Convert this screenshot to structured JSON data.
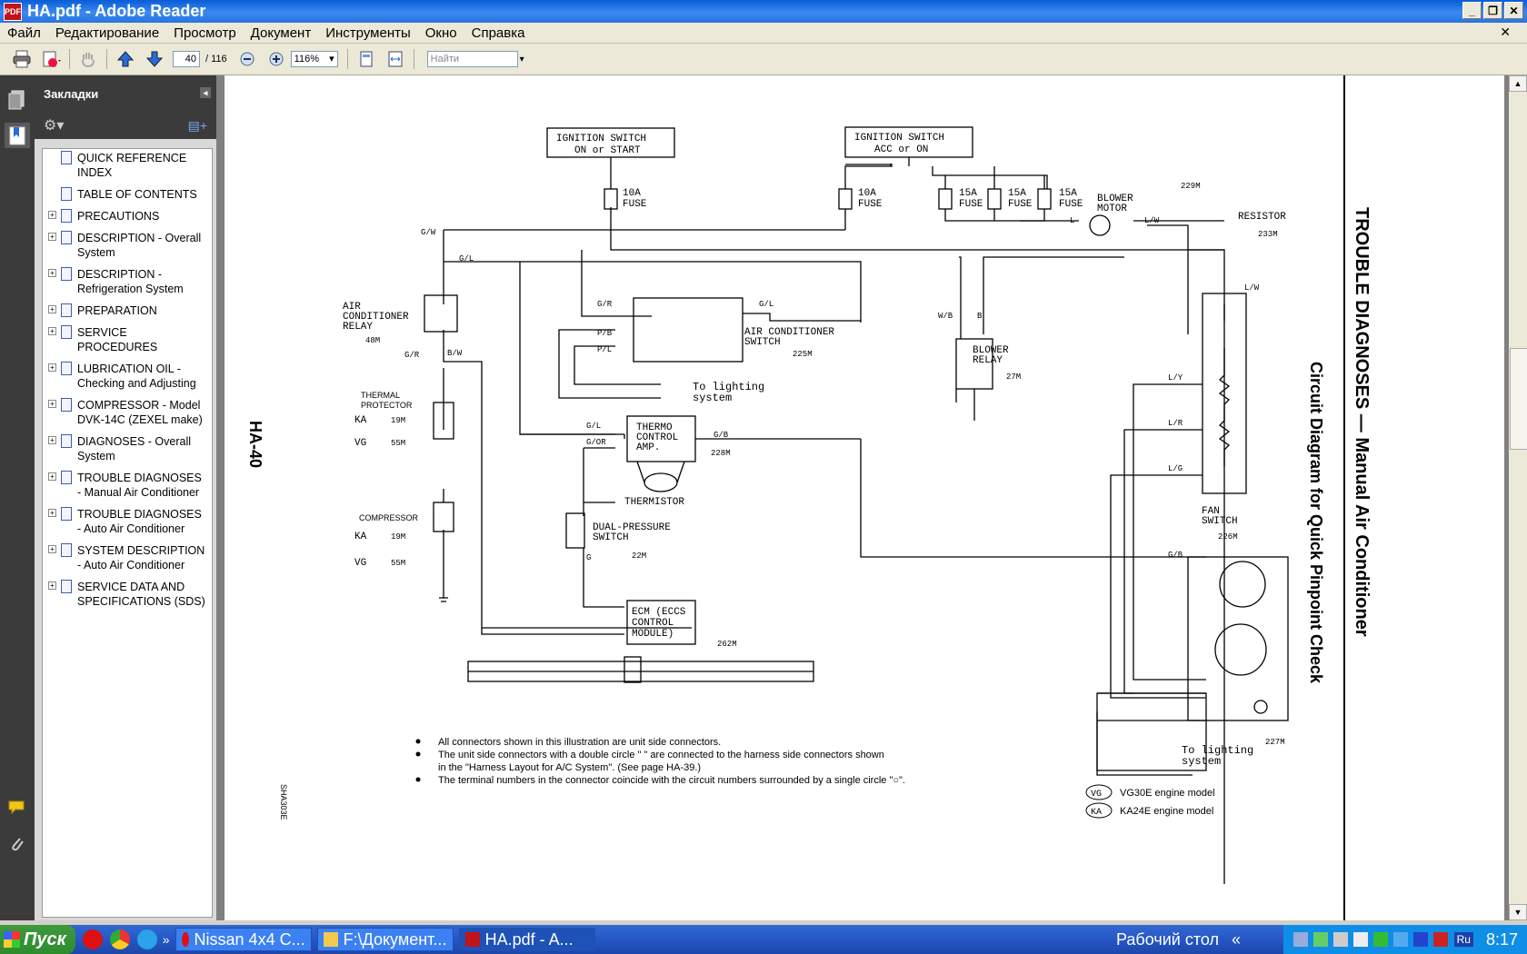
{
  "window": {
    "title": "HA.pdf - Adobe Reader",
    "icon_label": "PDF",
    "buttons": [
      "_",
      "❐",
      "✕"
    ]
  },
  "menu": {
    "items": [
      "Файл",
      "Редактирование",
      "Просмотр",
      "Документ",
      "Инструменты",
      "Окно",
      "Справка"
    ],
    "close_doc": "✕"
  },
  "toolbar": {
    "current_page": "40",
    "total_pages": "/ 116",
    "zoom": "116%",
    "search_placeholder": "Найти"
  },
  "bookmarks": {
    "title": "Закладки",
    "items": [
      {
        "label": "QUICK REFERENCE INDEX",
        "expandable": false
      },
      {
        "label": "TABLE OF CONTENTS",
        "expandable": false
      },
      {
        "label": "PRECAUTIONS",
        "expandable": true
      },
      {
        "label": "DESCRIPTION - Overall System",
        "expandable": true
      },
      {
        "label": "DESCRIPTION - Refrigeration System",
        "expandable": true
      },
      {
        "label": "PREPARATION",
        "expandable": true
      },
      {
        "label": "SERVICE PROCEDURES",
        "expandable": true
      },
      {
        "label": "LUBRICATION OIL - Checking and Adjusting",
        "expandable": true
      },
      {
        "label": "COMPRESSOR - Model DVK-14C (ZEXEL make)",
        "expandable": true
      },
      {
        "label": "DIAGNOSES - Overall System",
        "expandable": true
      },
      {
        "label": "TROUBLE DIAGNOSES - Manual Air Conditioner",
        "expandable": true
      },
      {
        "label": "TROUBLE DIAGNOSES - Auto Air Conditioner",
        "expandable": true
      },
      {
        "label": "SYSTEM DESCRIPTION - Auto Air Conditioner",
        "expandable": true
      },
      {
        "label": "SERVICE DATA AND SPECIFICATIONS (SDS)",
        "expandable": true
      }
    ]
  },
  "document": {
    "page_label": "HA-40",
    "heading": "TROUBLE DIAGNOSES — Manual Air Conditioner",
    "subheading": "Circuit Diagram for Quick Pinpoint Check",
    "figure_code": "SHA303E",
    "boxes": {
      "ign1_l1": "IGNITION SWITCH",
      "ign1_l2": "ON or START",
      "ign2_l1": "IGNITION SWITCH",
      "ign2_l2": "ACC or ON"
    },
    "fuse_10a": "10A",
    "fuse_15a": "15A",
    "fuse_word": "FUSE",
    "blower_motor_l1": "BLOWER",
    "blower_motor_l2": "MOTOR",
    "resistor": "RESISTOR",
    "ac_relay_l1": "AIR",
    "ac_relay_l2": "CONDITIONER",
    "ac_relay_l3": "RELAY",
    "ac_switch_l1": "AIR CONDITIONER",
    "ac_switch_l2": "SWITCH",
    "blower_relay_l1": "BLOWER",
    "blower_relay_l2": "RELAY",
    "lighting_l1": "To lighting",
    "lighting_l2": "system",
    "thermal_protector_l1": "THERMAL",
    "thermal_protector_l2": "PROTECTOR",
    "thermo_l1": "THERMO",
    "thermo_l2": "CONTROL",
    "thermo_l3": "AMP.",
    "thermistor": "THERMISTOR",
    "dual_l1": "DUAL-PRESSURE",
    "dual_l2": "SWITCH",
    "compressor": "COMPRESSOR",
    "ecm_l1": "ECM (ECCS",
    "ecm_l2": "CONTROL",
    "ecm_l3": "MODULE)",
    "fan_switch_l1": "FAN",
    "fan_switch_l2": "SWITCH",
    "conn_19m": "19M",
    "conn_55m": "55M",
    "conn_48m": "48M",
    "conn_225m": "225M",
    "conn_228m": "228M",
    "conn_22m": "22M",
    "conn_262m": "262M",
    "conn_27m": "27M",
    "conn_229m": "229M",
    "conn_233m": "233M",
    "conn_226m": "226M",
    "conn_227m": "227M",
    "ka": "KA",
    "vg": "VG",
    "wire_gw": "G/W",
    "wire_gl": "G/L",
    "wire_gr": "G/R",
    "wire_bw": "B/W",
    "wire_pb": "P/B",
    "wire_pl": "P/L",
    "wire_gor": "G/OR",
    "wire_gb": "G/B",
    "wire_lw": "L/W",
    "wire_ly": "L/Y",
    "wire_lr": "L/R",
    "wire_lg": "L/G",
    "wire_wb": "W/B",
    "wire_b": "B",
    "wire_l": "L",
    "wire_g": "G",
    "notes": [
      "All connectors shown in this illustration are unit side connectors.",
      "The unit side connectors with a double circle \" \" are connected to the harness side connectors shown",
      "in the \"Harness Layout for A/C System\". (See page HA-39.)",
      "The terminal numbers in the connector coincide with the circuit numbers surrounded by a single circle \"○\"."
    ],
    "legend_vg": "VG30E engine model",
    "legend_ka": "KA24E engine model"
  },
  "taskbar": {
    "start": "Пуск",
    "tasks": [
      "Nissan 4x4 C...",
      "F:\\Документ...",
      "HA.pdf - A..."
    ],
    "desktop": "Рабочий стол",
    "chevron": "«",
    "lang": "Ru",
    "clock": "8:17"
  },
  "colors": {
    "titlebar": "#0a5cd8",
    "panel_dark": "#3b3b3b",
    "taskbar": "#2657c5",
    "start_green": "#3c9a3c"
  }
}
